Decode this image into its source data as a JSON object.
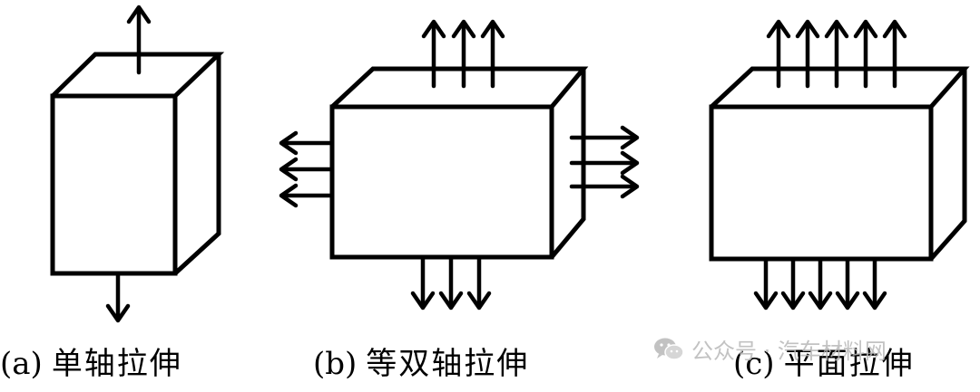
{
  "captions": {
    "a": {
      "label": "(a)",
      "text": "单轴拉伸"
    },
    "b": {
      "label": "(b)",
      "text": "等双轴拉伸"
    },
    "c": {
      "label": "(c)",
      "text": "平面拉伸"
    }
  },
  "watermark": {
    "text": "公众号 · 汽车材料网",
    "icon": "wechat-icon",
    "color": "#b8b8b8"
  },
  "colors": {
    "stroke": "#000000",
    "background": "#ffffff"
  }
}
